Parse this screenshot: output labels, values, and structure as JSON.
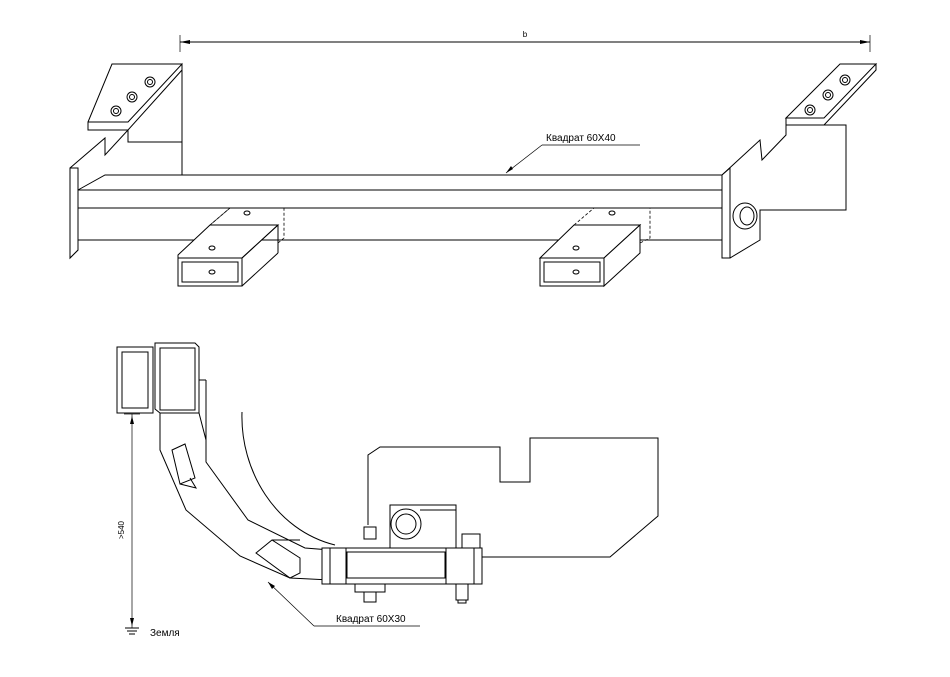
{
  "labels": {
    "tube_top": "Квадрат 60X40",
    "tube_bottom": "Квадрат 60X30",
    "ground": "Земля",
    "height_dim": ">540",
    "width_dim": "b"
  }
}
